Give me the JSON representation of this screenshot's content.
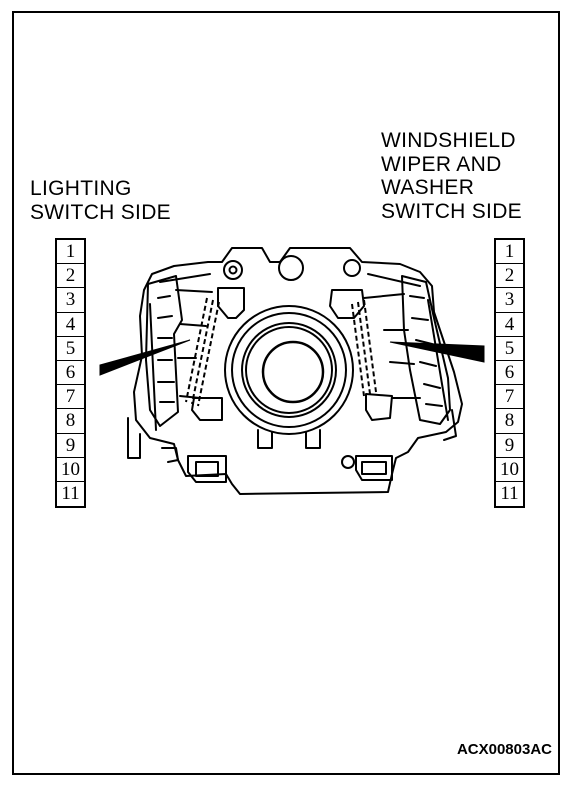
{
  "left_label": [
    "LIGHTING",
    "SWITCH SIDE"
  ],
  "right_label": [
    "WINDSHIELD",
    "WIPER AND",
    "WASHER",
    "SWITCH SIDE"
  ],
  "left_terminals": [
    "1",
    "2",
    "3",
    "4",
    "5",
    "6",
    "7",
    "8",
    "9",
    "10",
    "11"
  ],
  "right_terminals": [
    "1",
    "2",
    "3",
    "4",
    "5",
    "6",
    "7",
    "8",
    "9",
    "10",
    "11"
  ],
  "figure_code": "ACX00803AC"
}
